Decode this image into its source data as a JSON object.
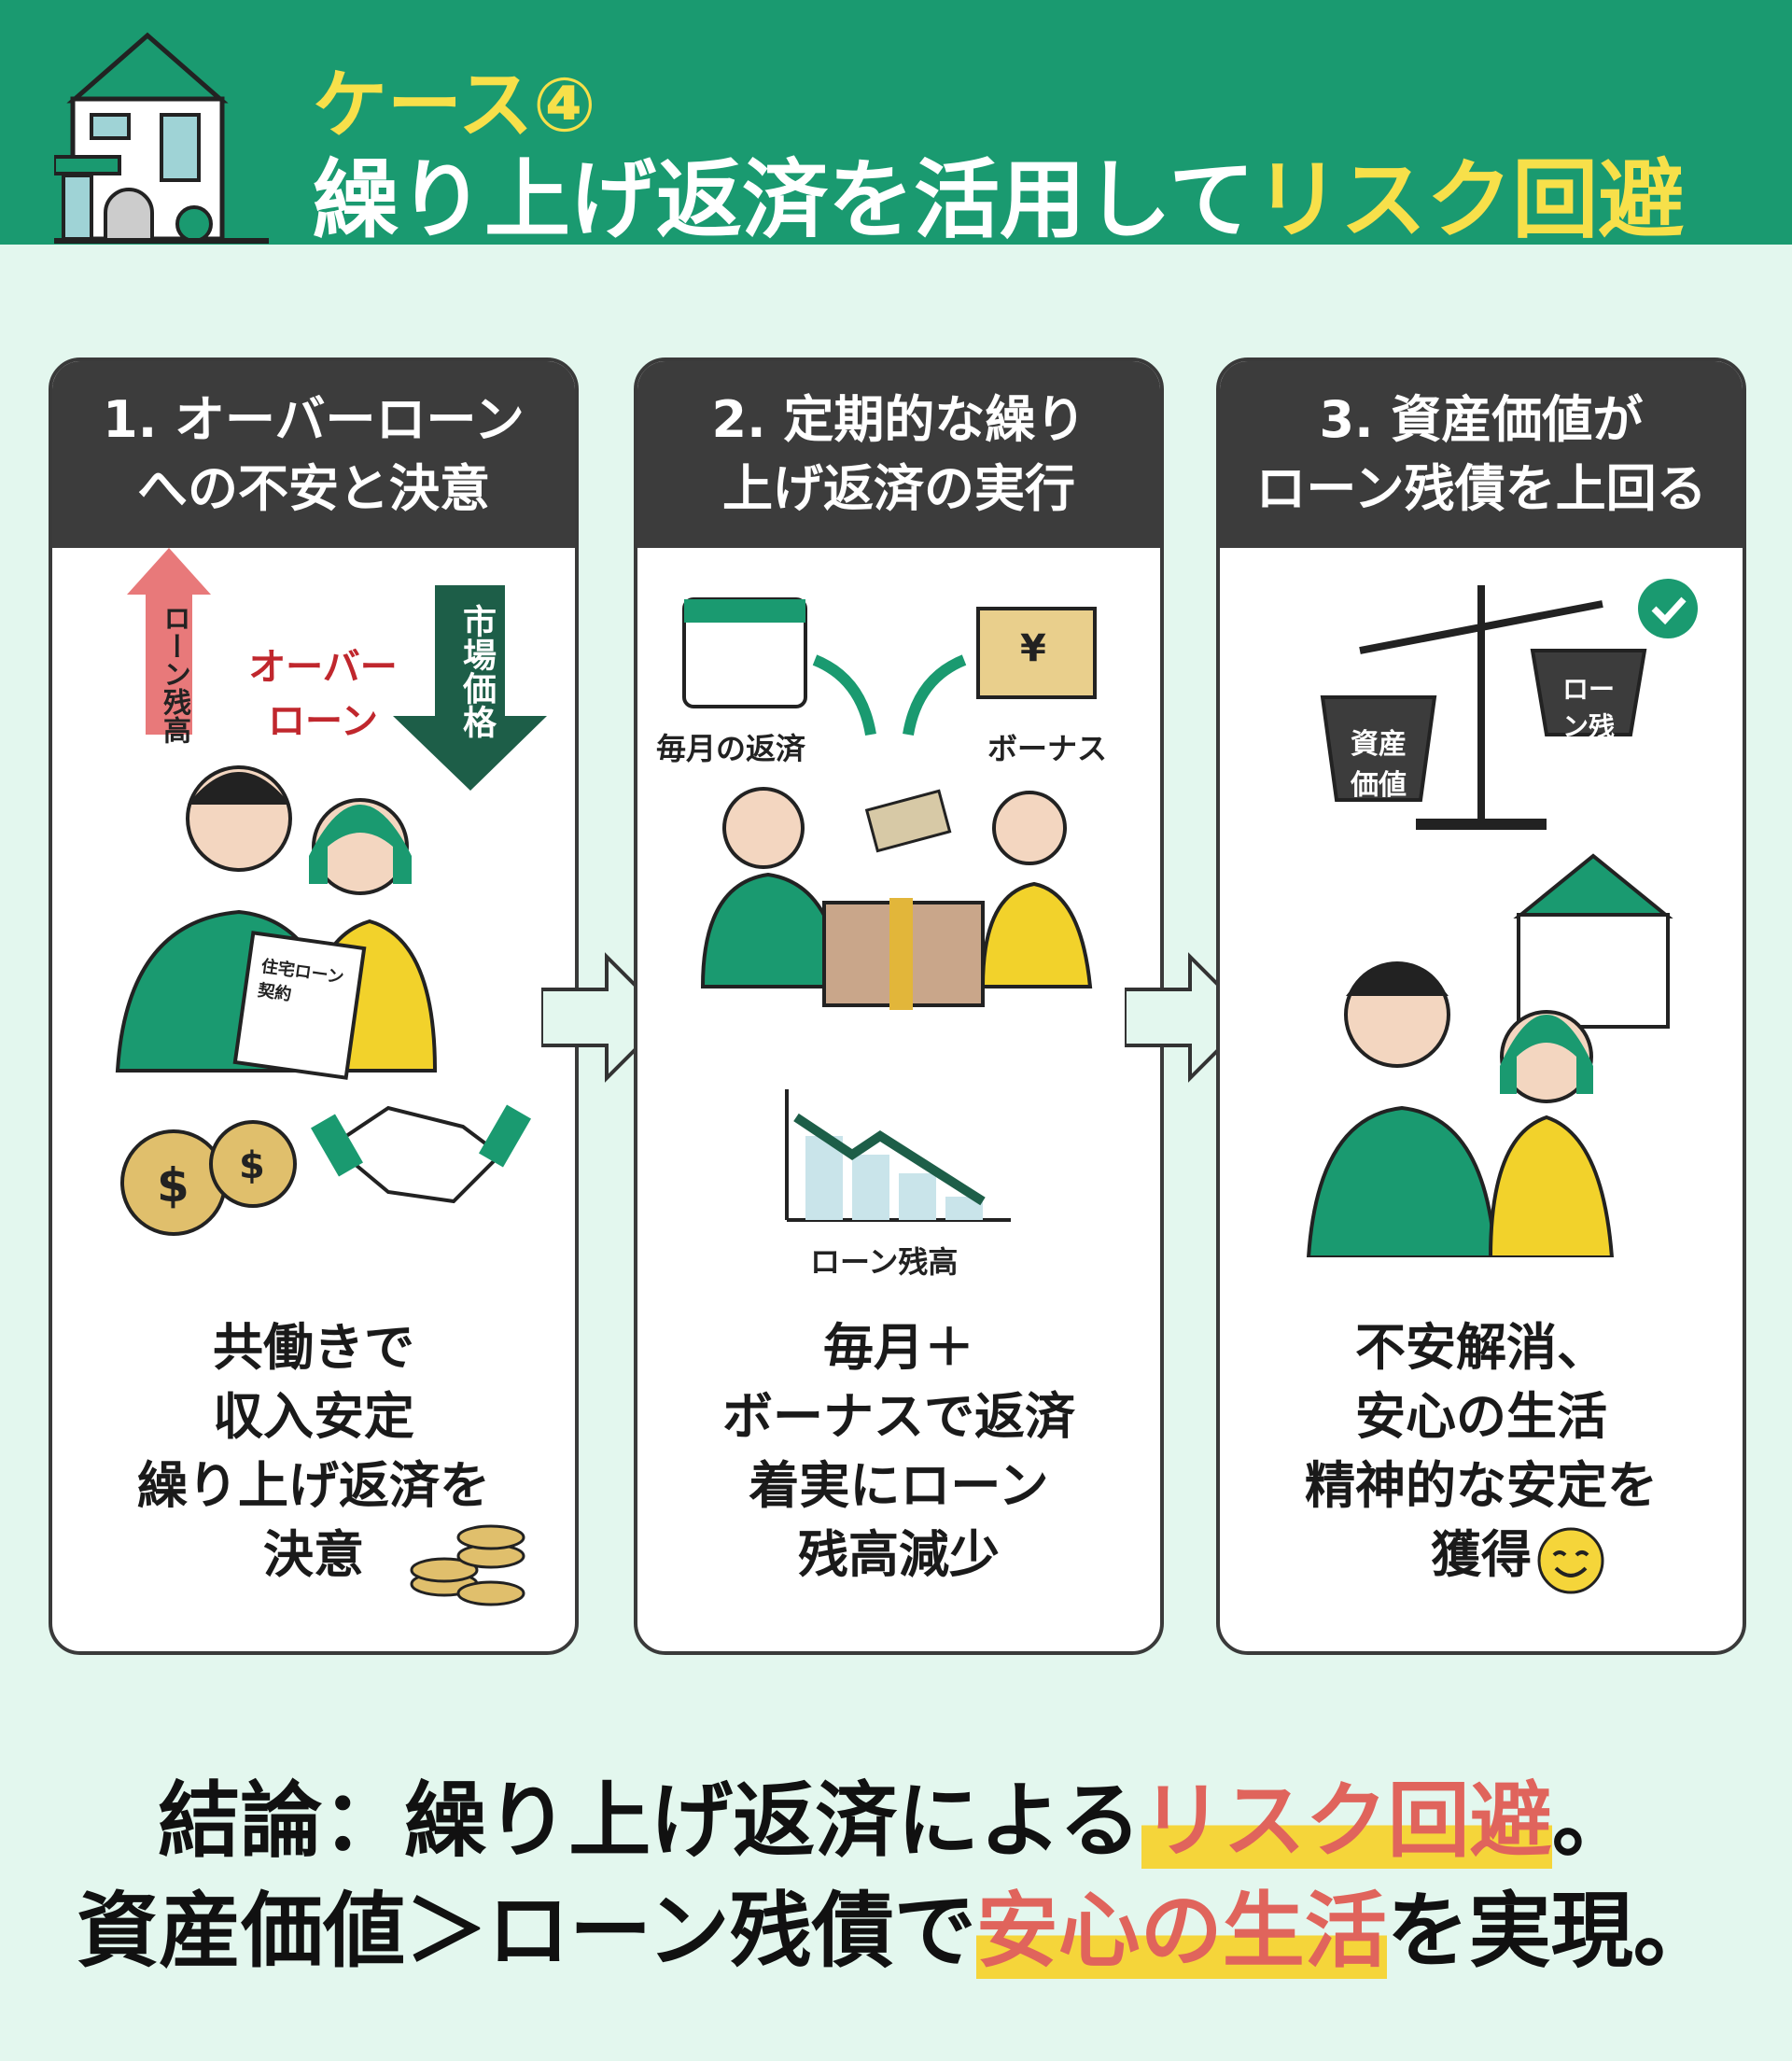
{
  "header": {
    "case_label": "ケース④",
    "title_main": "繰り上げ返済を活用して",
    "title_highlight": "リスク回避"
  },
  "steps": [
    {
      "title": [
        "1. オーバーローン",
        "への不安と決意"
      ],
      "labels": {
        "loan_balance": "ローン残高",
        "overloan": "オーバーローン",
        "market_price": "市場価格",
        "contract": "住宅ローン契約"
      },
      "body": [
        "共働きで",
        "収入安定",
        "繰り上げ返済を",
        "決意"
      ]
    },
    {
      "title": [
        "2. 定期的な繰り",
        "上げ返済の実行"
      ],
      "labels": {
        "monthly": "毎月の返済",
        "bonus": "ボーナス",
        "yen": "¥",
        "loan_balance": "ローン残高"
      },
      "body": [
        "毎月＋",
        "ボーナスで返済",
        "着実にローン",
        "残高減少"
      ]
    },
    {
      "title": [
        "3. 資産価値が",
        "ローン残債を上回る"
      ],
      "labels": {
        "asset": "資産価値",
        "debt": "ローン残債"
      },
      "body": [
        "不安解消、",
        "安心の生活",
        "精神的な安定を",
        "獲得"
      ]
    }
  ],
  "conclusion": {
    "line1_pre": "結論：繰り上げ返済による",
    "line1_hl": "リスク回避",
    "line1_post": "。",
    "line2_pre": "資産価値＞ローン残債で",
    "line2_hl": "安心の生活",
    "line2_post": "を実現。"
  },
  "colors": {
    "green": "#1a9a70",
    "yellow": "#f7e04a",
    "dark": "#3c3c3c",
    "red": "#e0645c",
    "bg": "#e3f7ee"
  }
}
